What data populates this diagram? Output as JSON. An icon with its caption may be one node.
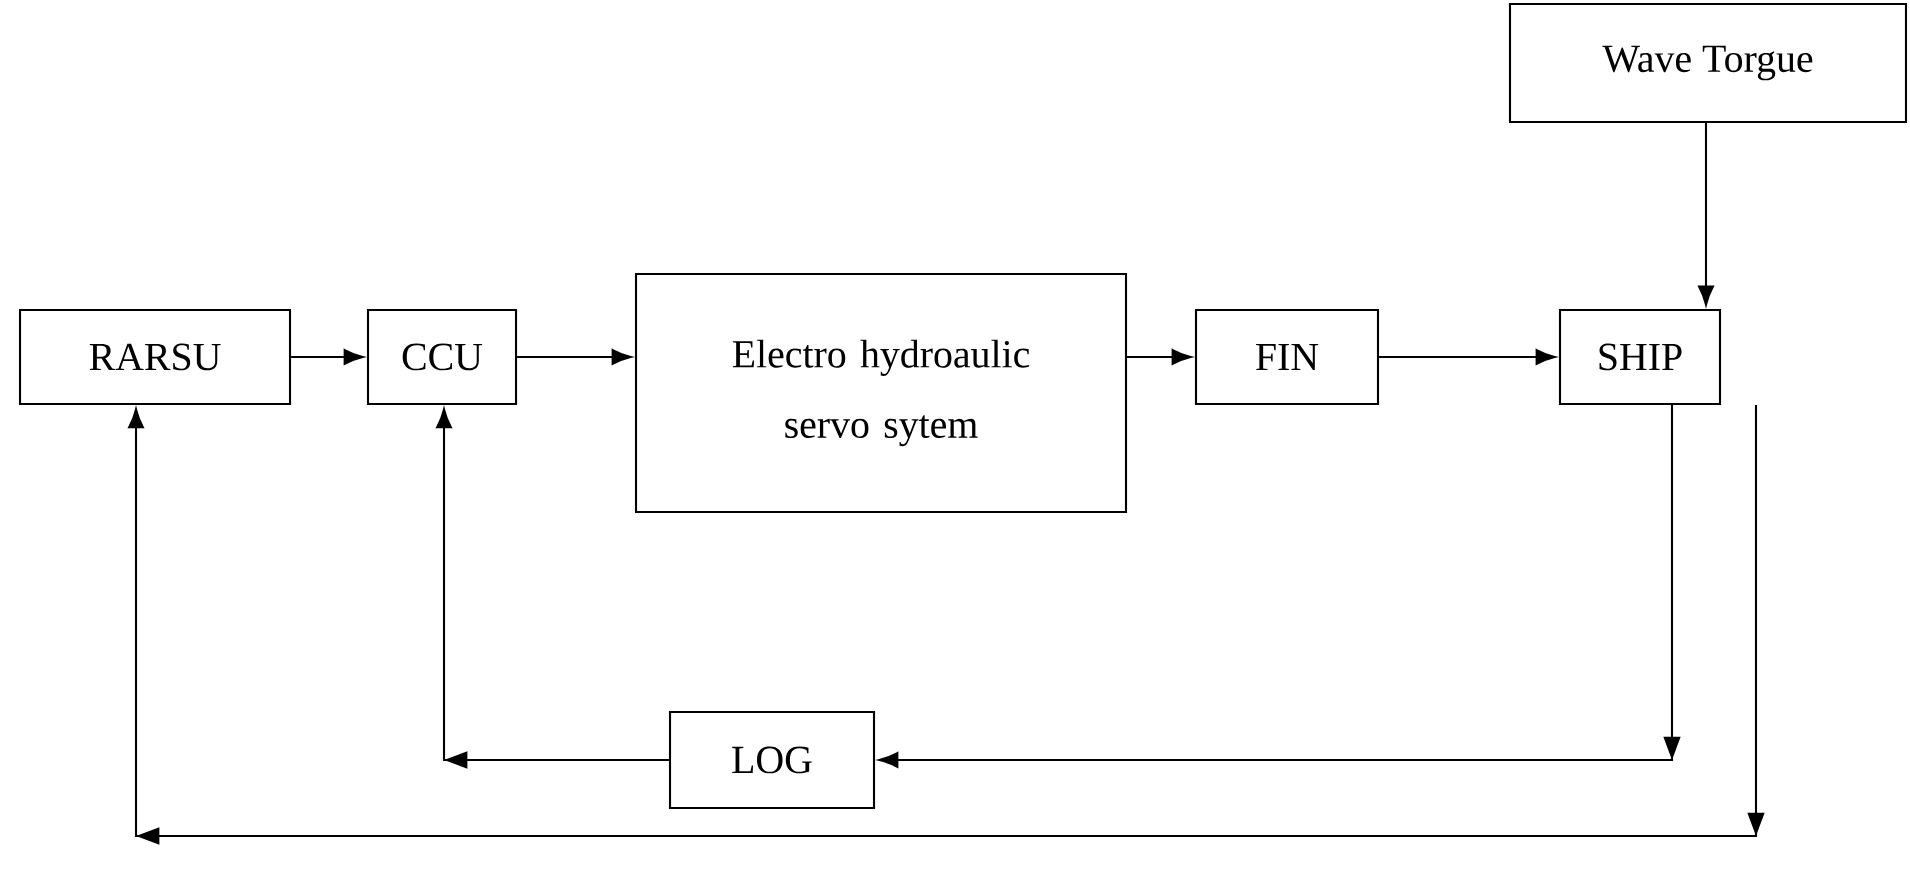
{
  "diagram": {
    "nodes": [
      {
        "text": [
          "Wave Torgue"
        ]
      },
      {
        "text": [
          "RARSU"
        ]
      },
      {
        "text": [
          "CCU"
        ]
      },
      {
        "text": [
          "Electro hydroaulic servo sytem"
        ]
      },
      {
        "text": [
          "FIN"
        ]
      },
      {
        "text": [
          "SHIP"
        ]
      },
      {
        "text": [
          "LOG"
        ]
      }
    ],
    "edges": [
      {
        "from": 1,
        "to": 2,
        "arrow": "to"
      },
      {
        "from": 2,
        "to": 3,
        "arrow": "to"
      },
      {
        "from": 3,
        "to": 4,
        "arrow": "to"
      },
      {
        "from": 4,
        "to": 5,
        "arrow": "to"
      },
      {
        "from": 0,
        "to": 5,
        "arrow": "to"
      },
      {
        "from": 5,
        "to": 6,
        "arrow": "to"
      },
      {
        "from": 6,
        "to": 2,
        "arrow": "to"
      },
      {
        "from": 5,
        "to": 1,
        "arrow": "to"
      }
    ]
  }
}
